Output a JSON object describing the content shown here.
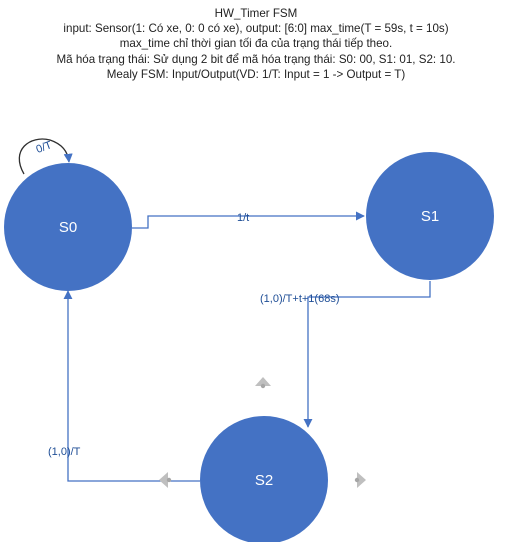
{
  "header": {
    "title": "HW_Timer FSM",
    "line1": "input: Sensor(1: Có xe, 0: 0 có xe), output: [6:0] max_time(T = 59s, t = 10s)",
    "line2": "max_time chỉ thời gian tối đa của trạng thái tiếp theo.",
    "line3": "Mã hóa trạng thái: Sử dụng 2 bit để mã hóa trạng thái: S0: 00, S1: 01, S2: 10.",
    "line4": "Mealy FSM: Input/Output(VD: 1/T: Input = 1 -> Output = T)"
  },
  "states": {
    "s0": "S0",
    "s1": "S1",
    "s2": "S2"
  },
  "transitions": {
    "s0_self": "0/T",
    "s0_to_s1": "1/t",
    "s1_to_s2": "(1,0)/T+t+1(68s)",
    "s2_to_s0": "(1,0)/T"
  },
  "colors": {
    "state_fill": "#4472c4",
    "edge": "#4472c4",
    "label_text": "#1f4e96",
    "handle": "#bfbfbf"
  }
}
